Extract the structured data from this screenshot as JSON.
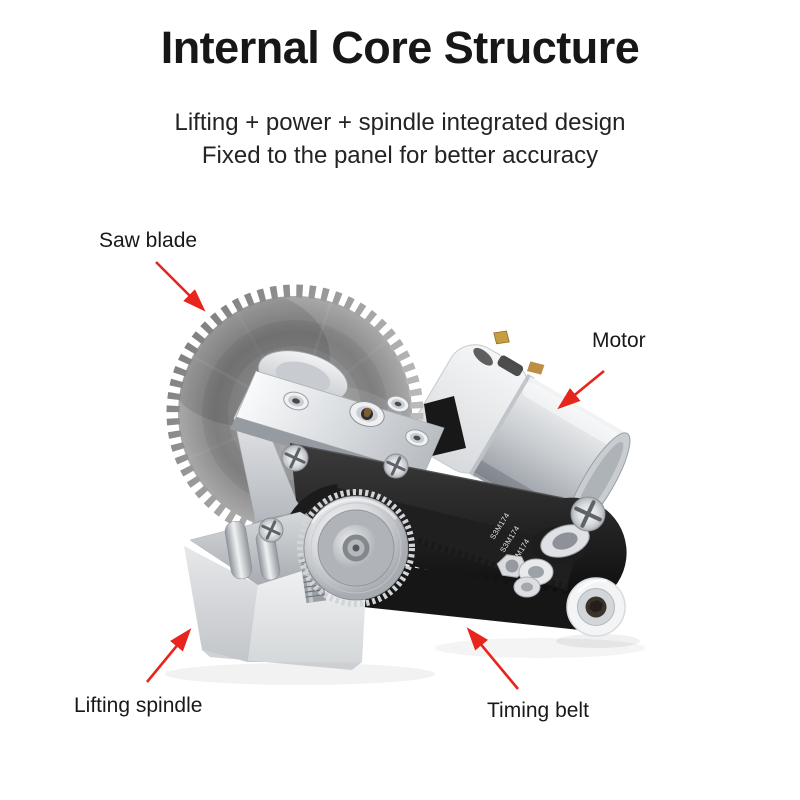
{
  "page": {
    "background": "#ffffff"
  },
  "header": {
    "title": "Internal Core Structure",
    "subtitle_line1": "Lifting + power + spindle integrated design",
    "subtitle_line2": "Fixed to the panel for better accuracy"
  },
  "diagram": {
    "arrow_color": "#e8251d",
    "belt_marking": "S3M174",
    "callouts": [
      {
        "id": "saw-blade",
        "label": "Saw blade"
      },
      {
        "id": "motor",
        "label": "Motor"
      },
      {
        "id": "lifting-spindle",
        "label": "Lifting spindle"
      },
      {
        "id": "timing-belt",
        "label": "Timing belt"
      }
    ]
  }
}
